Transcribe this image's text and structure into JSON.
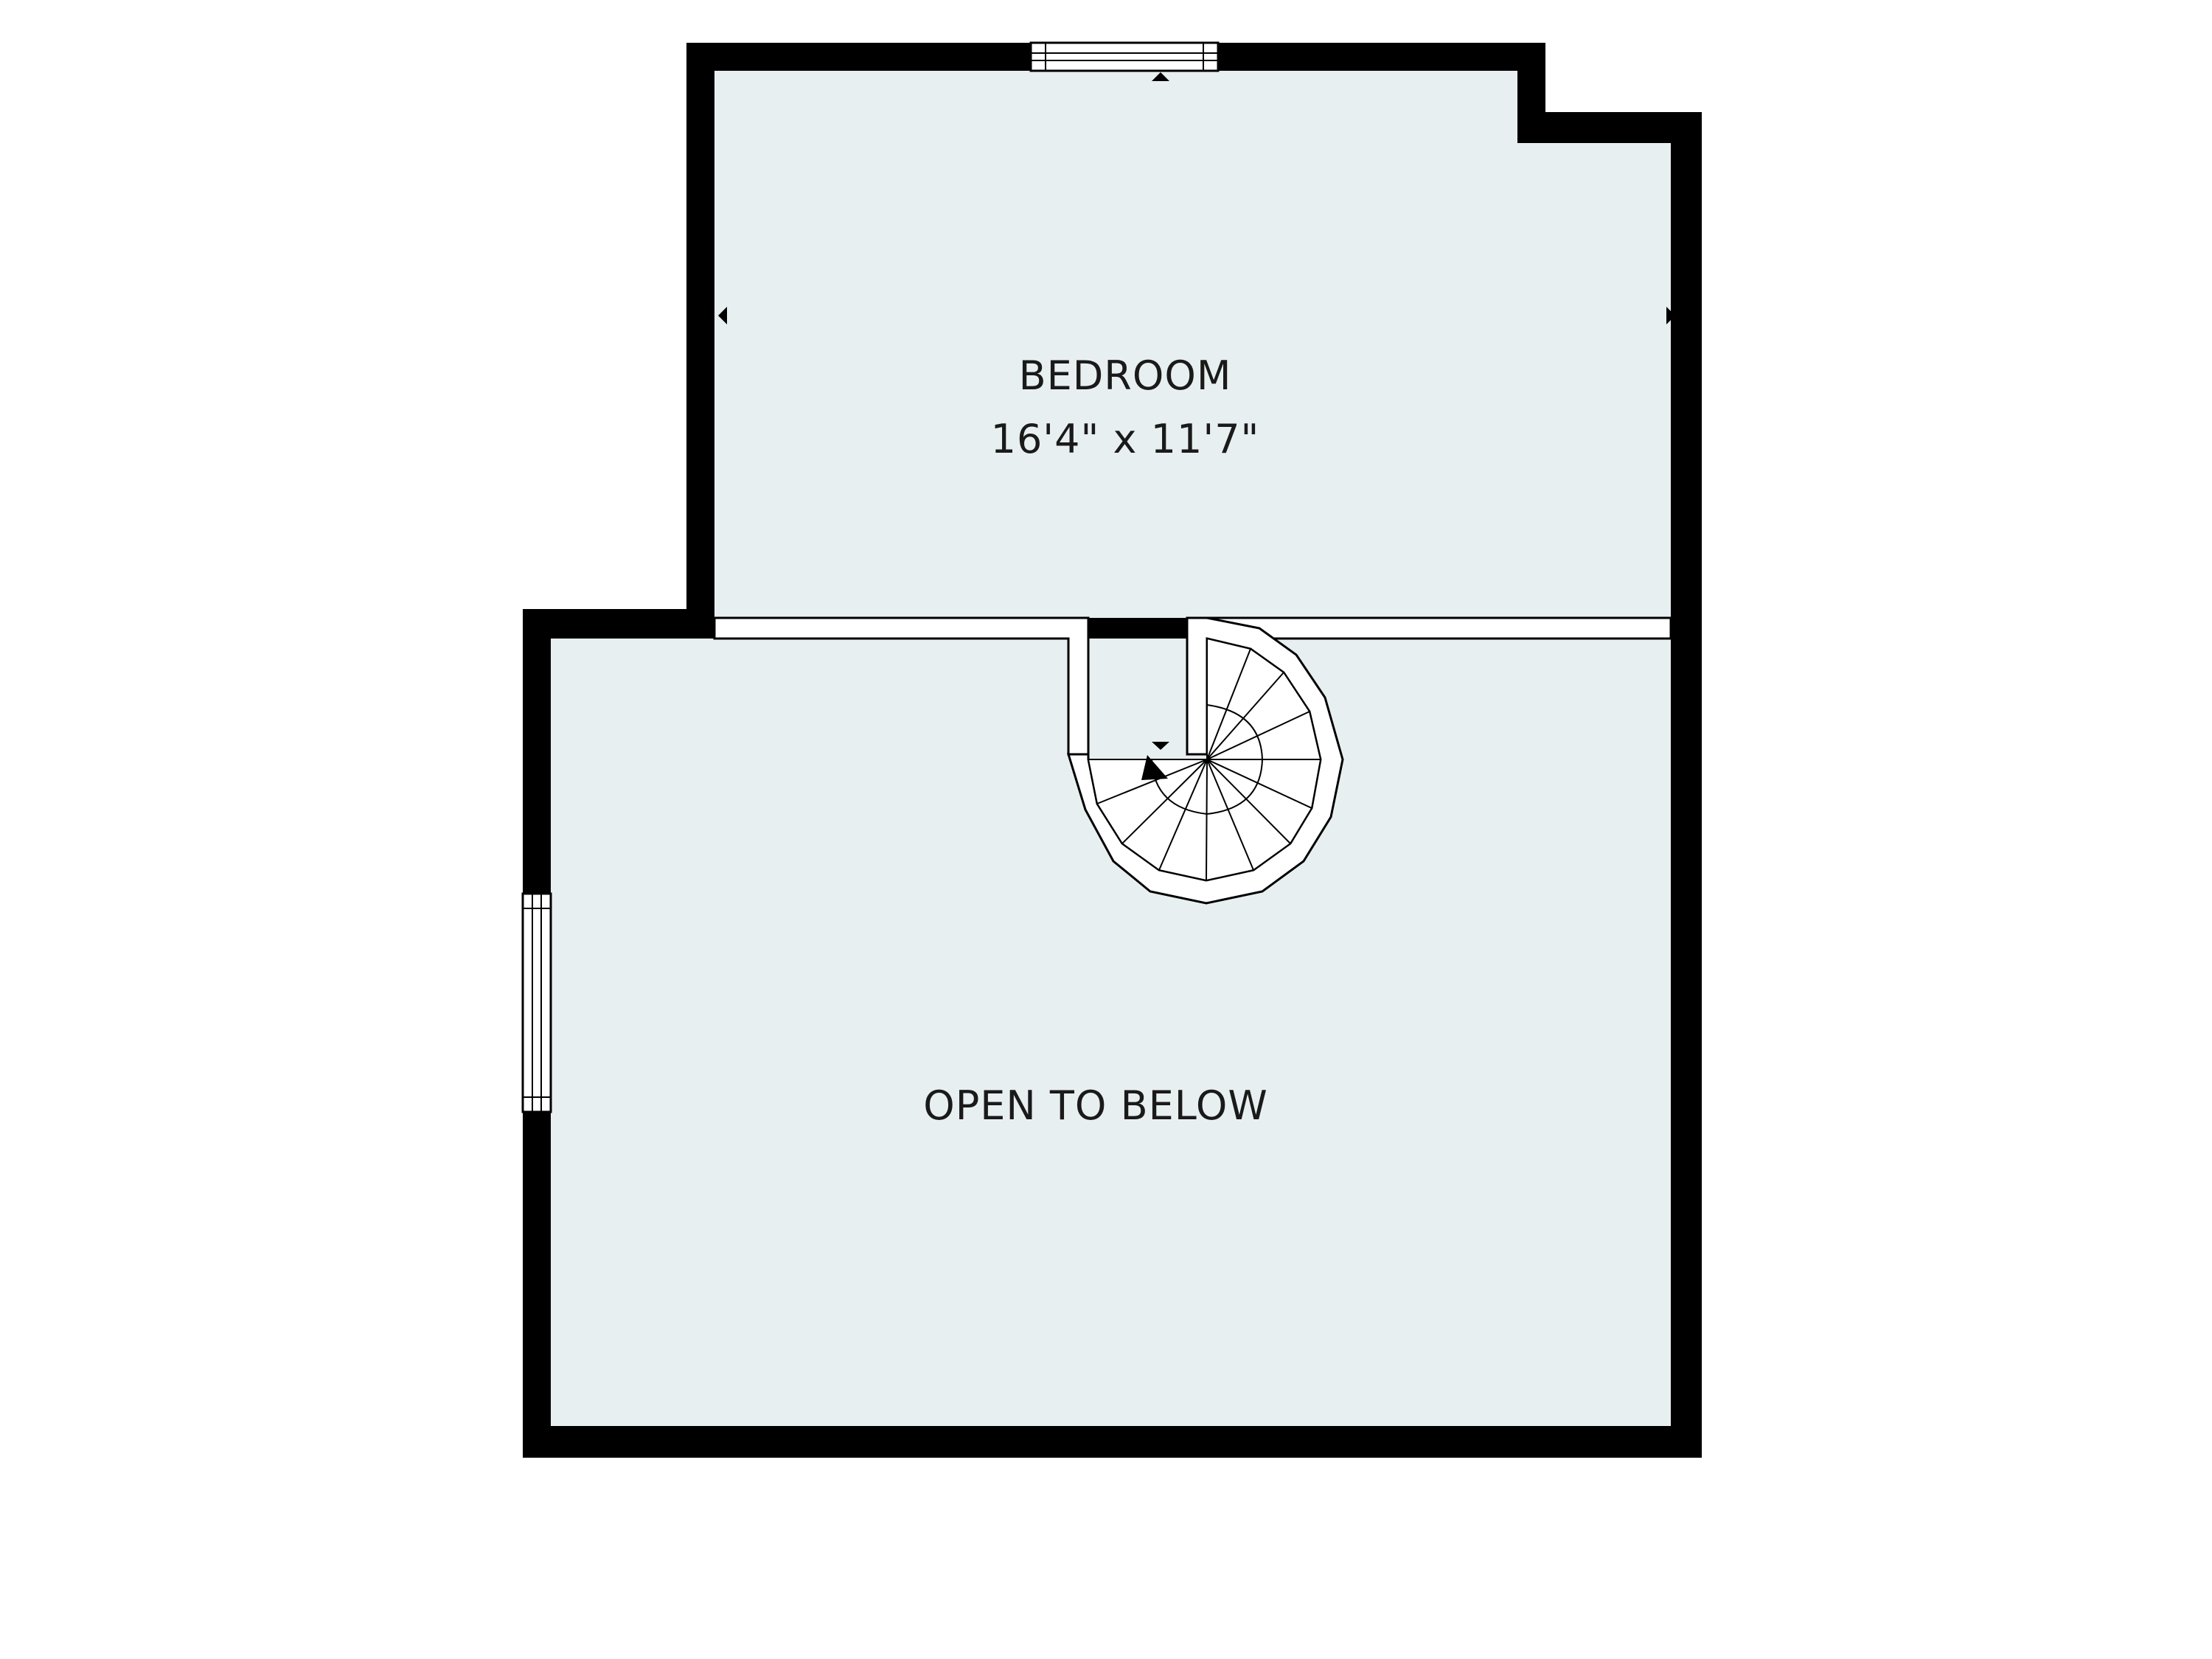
{
  "colors": {
    "background": "#ffffff",
    "wall": "#000000",
    "floor": "#e8eff1",
    "line": "#000000"
  },
  "rooms": {
    "bedroom": {
      "name": "BEDROOM",
      "dimensions": "16'4\" x 11'7\""
    },
    "open_area": {
      "name": "OPEN TO BELOW"
    }
  },
  "icons": {
    "stair_direction": "arrow-up-icon",
    "window_marker": "triangle-marker-icon"
  }
}
